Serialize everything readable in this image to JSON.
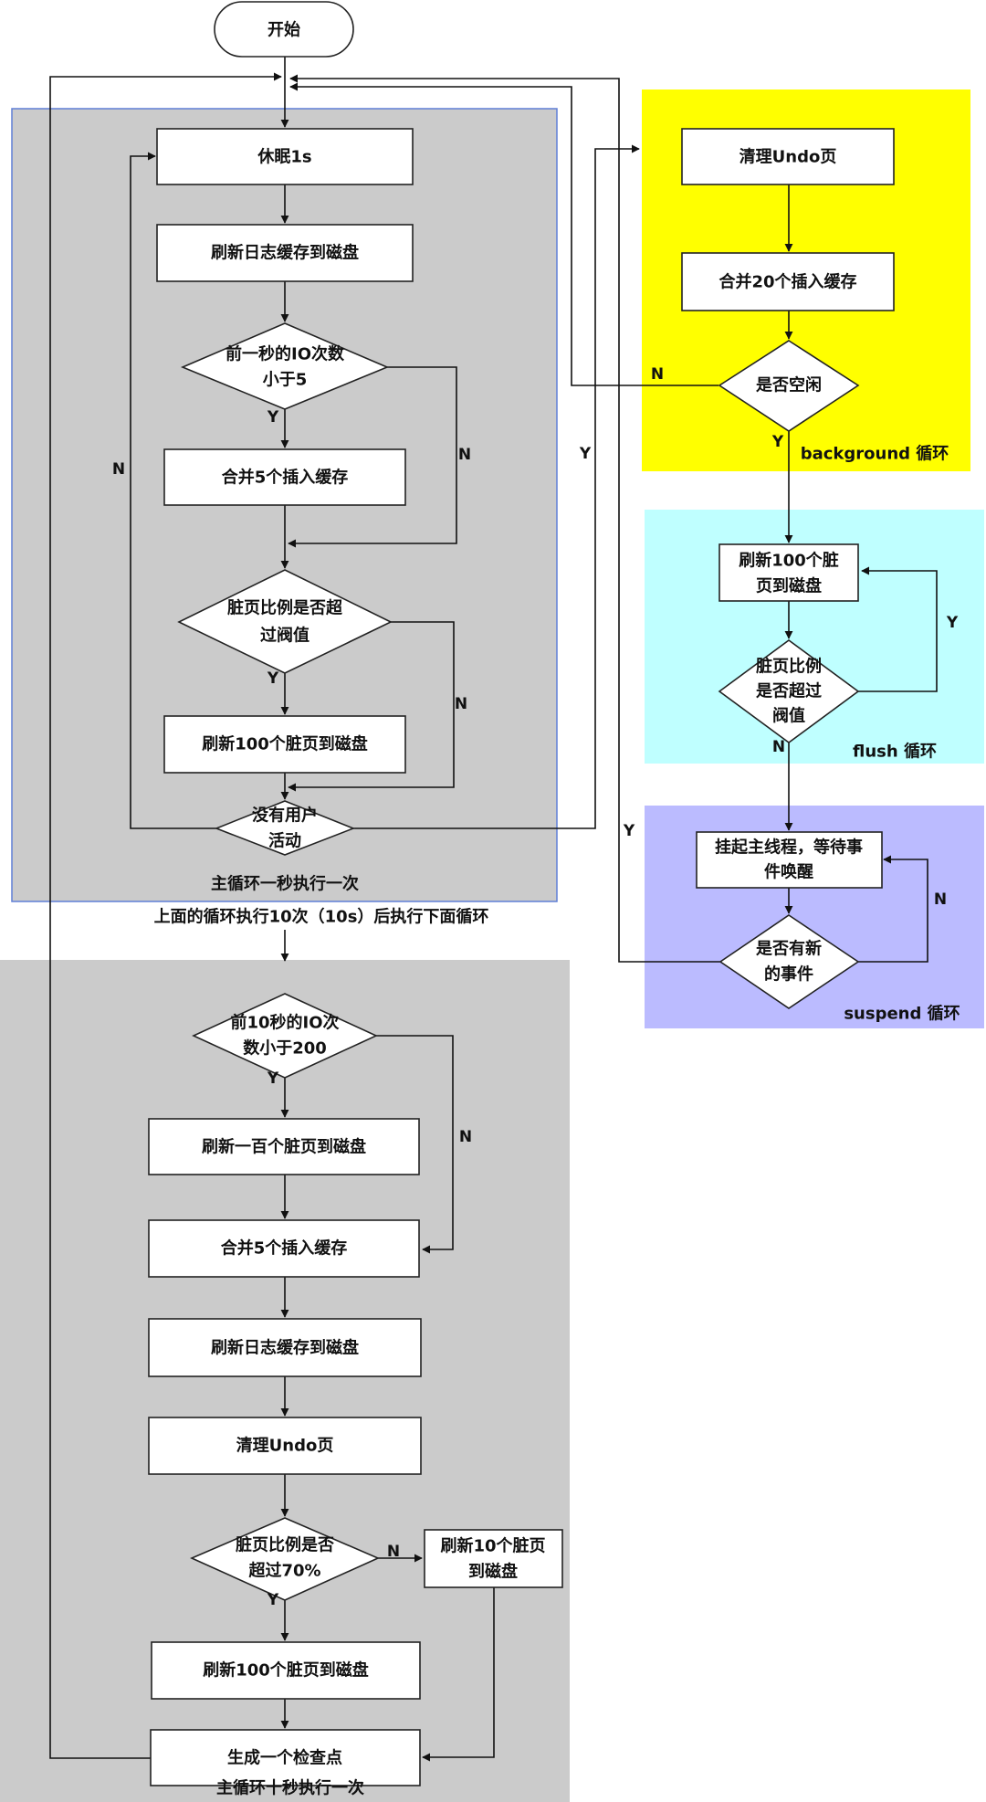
{
  "colors": {
    "main_region": "#cbcbcb",
    "main_region_border": "#5f7fd6",
    "ten_second_region": "#cbcbcb",
    "background_region": "#ffff00",
    "flush_region": "#bfffff",
    "suspend_region": "#bbbbff"
  },
  "regions": {
    "main_loop": "主循环一秒执行一次",
    "between_loops": "上面的循环执行10次（10s）后执行下面循环",
    "ten_second_loop": "主循环十秒执行一次",
    "background_loop": "background 循环",
    "flush_loop": "flush 循环",
    "suspend_loop": "suspend 循环"
  },
  "nodes": {
    "start": "开始",
    "sleep": "休眠1s",
    "flush_log_1": "刷新日志缓存到磁盘",
    "io_check_1s": [
      "前一秒的IO次数",
      "小于5"
    ],
    "merge_5_a": "合并5个插入缓存",
    "dirty_check_1": [
      "脏页比例是否超",
      "过阀值"
    ],
    "flush_100_a": "刷新100个脏页到磁盘",
    "no_user_activity": [
      "没有用户",
      "活动"
    ],
    "io_check_10s": [
      "前10秒的IO次",
      "数小于200"
    ],
    "flush_100_cn": "刷新一百个脏页到磁盘",
    "merge_5_b": "合并5个插入缓存",
    "flush_log_2": "刷新日志缓存到磁盘",
    "purge_undo_a": "清理Undo页",
    "dirty_70": [
      "脏页比例是否",
      "超过70%"
    ],
    "flush_10": [
      "刷新10个脏页",
      "到磁盘"
    ],
    "flush_100_b": "刷新100个脏页到磁盘",
    "checkpoint": "生成一个检查点",
    "purge_undo_b": "清理Undo页",
    "merge_20": "合并20个插入缓存",
    "is_idle": "是否空闲",
    "flush_100_c": [
      "刷新100个脏",
      "页到磁盘"
    ],
    "dirty_check_2": [
      "脏页比例",
      "是否超过",
      "阀值"
    ],
    "suspend_thread": [
      "挂起主线程，等待事",
      "件唤醒"
    ],
    "new_event": [
      "是否有新",
      "的事件"
    ]
  },
  "edge_labels": {
    "yes": "Y",
    "no": "N"
  }
}
